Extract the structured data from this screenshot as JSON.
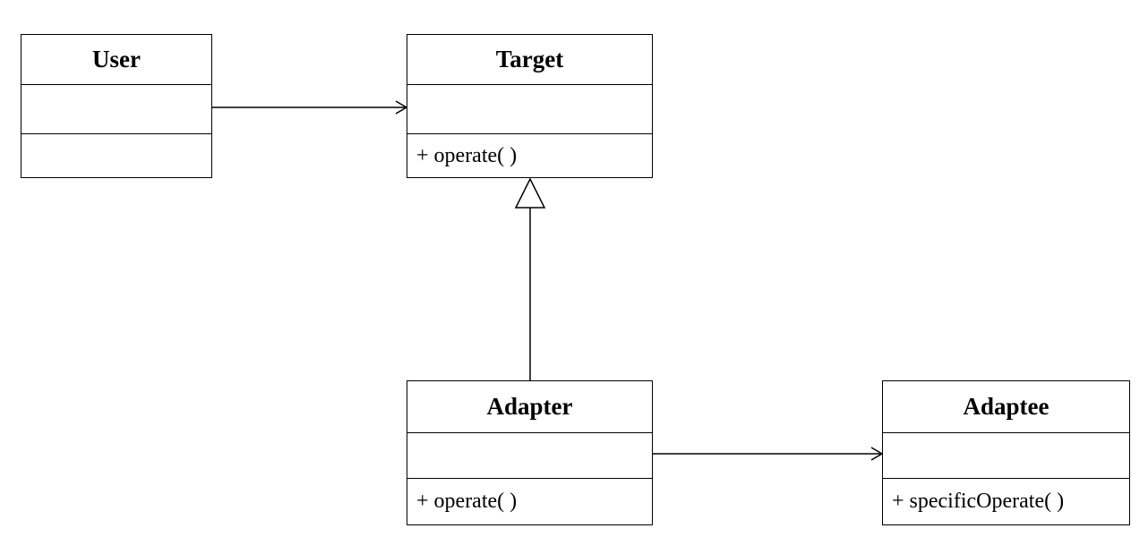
{
  "diagram": {
    "classes": [
      {
        "id": "user",
        "name": "User",
        "operations": ""
      },
      {
        "id": "target",
        "name": "Target",
        "operations": "+ operate( )"
      },
      {
        "id": "adapter",
        "name": "Adapter",
        "operations": "+ operate( )"
      },
      {
        "id": "adaptee",
        "name": "Adaptee",
        "operations": "+ specificOperate( )"
      }
    ],
    "relationships": [
      {
        "from": "User",
        "to": "Target",
        "kind": "association"
      },
      {
        "from": "Adapter",
        "to": "Target",
        "kind": "generalization"
      },
      {
        "from": "Adapter",
        "to": "Adaptee",
        "kind": "association"
      }
    ]
  }
}
